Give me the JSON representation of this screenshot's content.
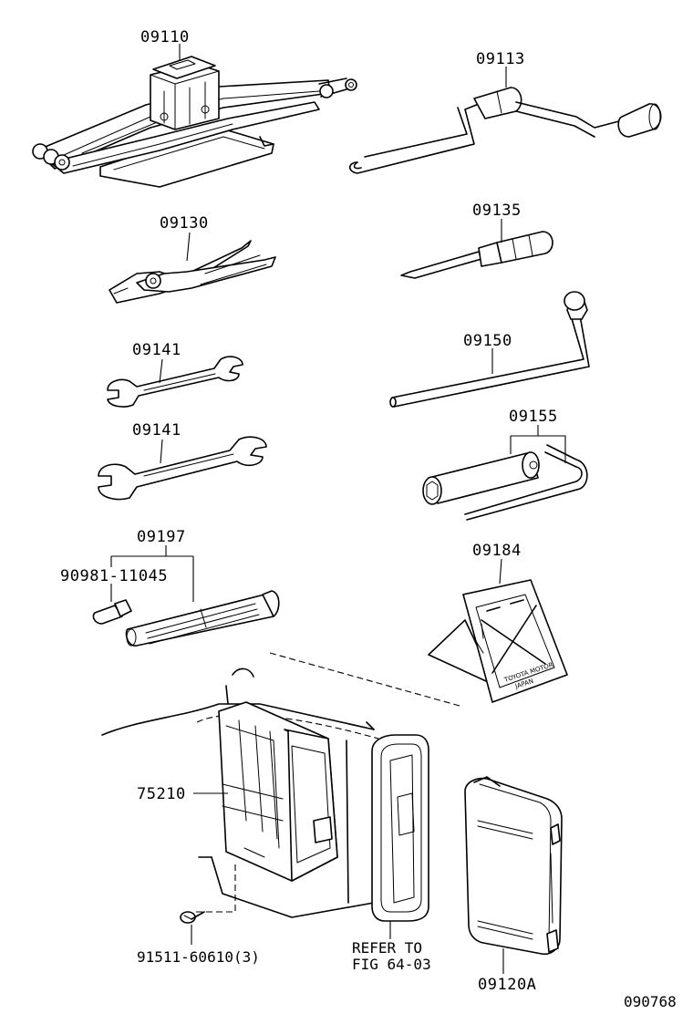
{
  "parts": {
    "jack": "09110",
    "jack_handle": "09113",
    "pliers": "09130",
    "screwdriver": "09135",
    "wrench_1": "09141",
    "wrench_2": "09141",
    "wheel_nut_wrench": "09150",
    "plug_wrench": "09155",
    "screwdriver_set": "09197",
    "screwdriver_bit": "90981-11045",
    "warning_triangle": "09184",
    "tool_box": "75210",
    "screw": "91511-60610(3)",
    "tool_bag": "09120A"
  },
  "reference": {
    "line1": "REFER TO",
    "line2": "FIG 64-03"
  },
  "triangle_marking": {
    "line1": "TOYOTA MOTOR",
    "line2": "JAPAN"
  },
  "figure_code": "090768"
}
